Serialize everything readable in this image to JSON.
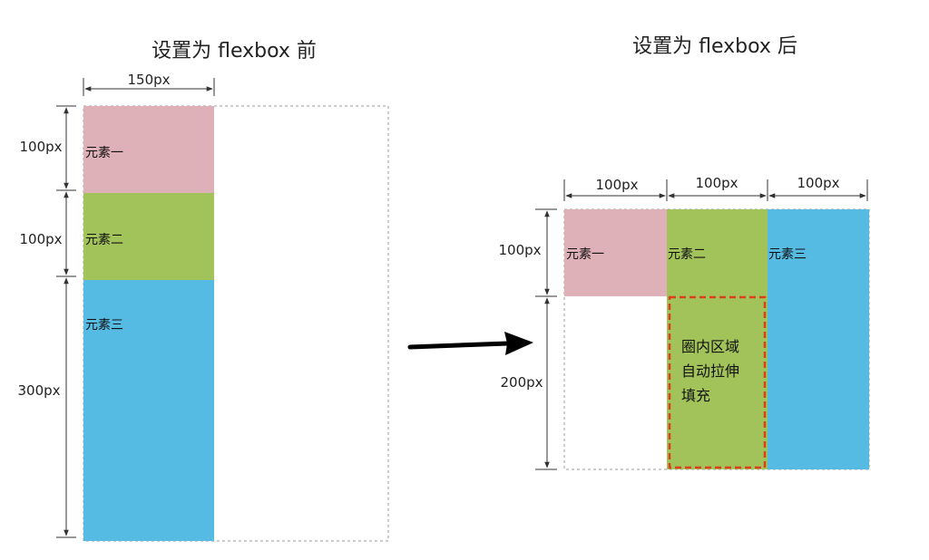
{
  "colors": {
    "pink": "#deb0b7",
    "green": "#a2c35a",
    "blue": "#55bbe3",
    "dashed_highlight": "#d9401e",
    "border_dotted": "#9b9b9b",
    "dimension_lines": "#333333",
    "arrow": "#000000"
  },
  "before": {
    "title": "设置为 flexbox 前",
    "width_label": "150px",
    "height_labels": [
      "100px",
      "100px",
      "300px"
    ],
    "items": [
      "元素一",
      "元素二",
      "元素三"
    ]
  },
  "after": {
    "title": "设置为 flexbox 后",
    "width_labels": [
      "100px",
      "100px",
      "100px"
    ],
    "height_labels": [
      "100px",
      "200px"
    ],
    "items": [
      "元素一",
      "元素二",
      "元素三"
    ],
    "stretch_note": [
      "圈内区域",
      "自动拉伸",
      "填充"
    ]
  }
}
